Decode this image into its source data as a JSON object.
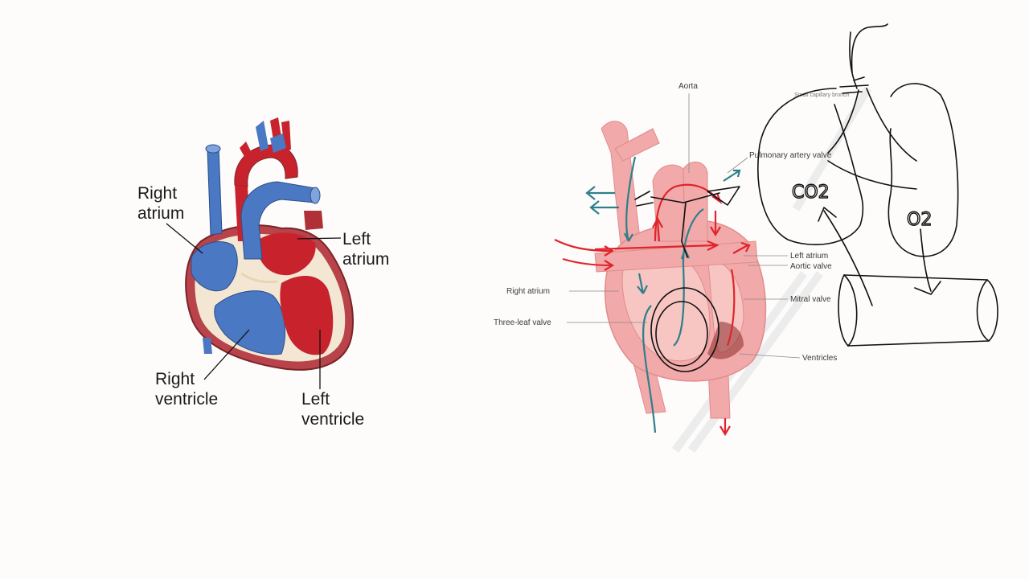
{
  "left_diagram": {
    "labels": {
      "right_atrium": [
        "Right",
        "atrium"
      ],
      "left_atrium": [
        "Left",
        "atrium"
      ],
      "right_ventricle": [
        "Right",
        "ventricle"
      ],
      "left_ventricle": [
        "Left",
        "ventricle"
      ]
    }
  },
  "right_diagram": {
    "labels": {
      "aorta": "Aorta",
      "pulmonary_artery_valve": "Pulmonary artery valve",
      "left_atrium": "Left atrium",
      "aortic_valve": "Aortic valve",
      "right_atrium": "Right atrium",
      "mitral_valve": "Mitral valve",
      "three_leaf_valve": "Three-leaf valve",
      "ventricles": "Ventricles",
      "partial_top_label": "Small capillary bronch"
    }
  },
  "annotations": {
    "left_lung_gas": "CO2",
    "right_lung_gas": "O2"
  },
  "colors": {
    "oxygenated": "#c8232c",
    "deoxygenated": "#4a78c2",
    "muscle": "#e9a6a6",
    "wall": "#f3e7d4",
    "flow_teal": "#2f7f8a",
    "flow_red": "#e0242c",
    "ink": "#111111"
  }
}
